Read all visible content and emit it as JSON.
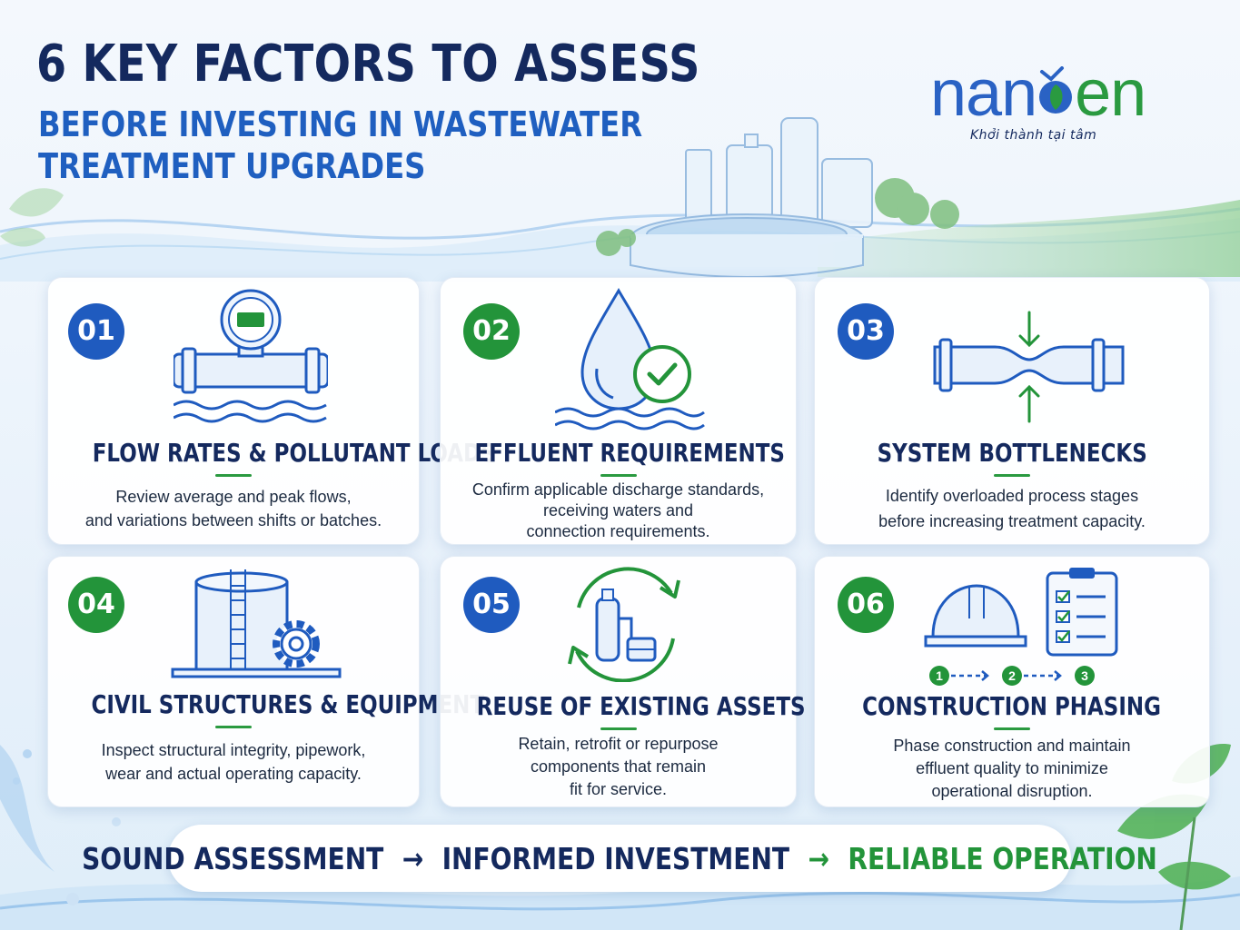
{
  "header": {
    "title_line1": "6 KEY FACTORS TO ASSESS",
    "title_line2": "BEFORE INVESTING IN WASTEWATER",
    "title_line3": "TREATMENT UPGRADES"
  },
  "logo": {
    "word_part1": "nan",
    "word_part2": "en",
    "tagline": "Khởi thành tại tâm"
  },
  "colors": {
    "navy": "#14295e",
    "blue": "#1f5bbf",
    "green": "#23943a"
  },
  "cards": [
    {
      "number": "01",
      "title": "FLOW RATES & POLLUTANT LOADS",
      "desc": [
        "Review average and peak flows,",
        "and variations between shifts or batches."
      ],
      "icon": "flow-meter-icon"
    },
    {
      "number": "02",
      "title": "EFFLUENT REQUIREMENTS",
      "desc": [
        "Confirm applicable discharge standards,",
        "receiving waters and",
        "connection requirements."
      ],
      "icon": "water-drop-check-icon"
    },
    {
      "number": "03",
      "title": "SYSTEM BOTTLENECKS",
      "desc": [
        "Identify overloaded process stages",
        "before increasing treatment capacity."
      ],
      "icon": "pipe-constriction-icon"
    },
    {
      "number": "04",
      "title": "CIVIL STRUCTURES & EQUIPMENT",
      "desc": [
        "Inspect structural integrity, pipework,",
        "wear and actual operating capacity."
      ],
      "icon": "tank-gear-icon"
    },
    {
      "number": "05",
      "title": "REUSE OF EXISTING ASSETS",
      "desc": [
        "Retain, retrofit or repurpose",
        "components that remain",
        "fit for service."
      ],
      "icon": "recycle-equipment-icon"
    },
    {
      "number": "06",
      "title": "CONSTRUCTION PHASING",
      "desc": [
        "Phase construction and maintain",
        "effluent quality to minimize",
        "operational disruption."
      ],
      "icon": "hardhat-checklist-icon",
      "steps": [
        "1",
        "2",
        "3"
      ]
    }
  ],
  "banner": {
    "step1": "SOUND ASSESSMENT",
    "step2": "INFORMED INVESTMENT",
    "step3": "RELIABLE OPERATION",
    "arrow": "→"
  }
}
